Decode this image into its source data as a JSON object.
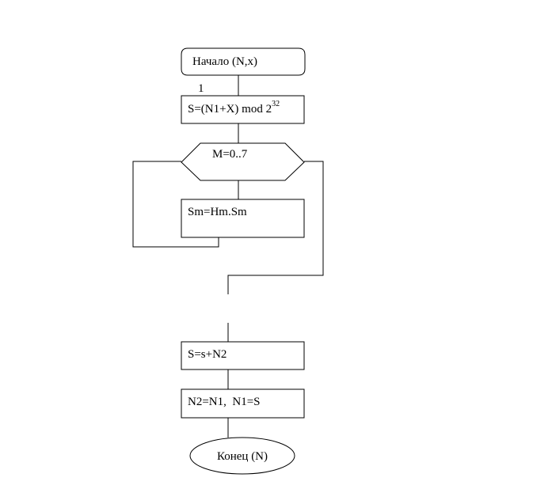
{
  "flowchart": {
    "start_label": "Начало (N,x)",
    "connector_number": "1",
    "block1_text": "S=(N1+X) mod 2",
    "block1_exponent": "32",
    "loop_label": "M=0..7",
    "loop_body_text": "Sm=Hm.Sm",
    "block2_text": "S=s+N2",
    "block3_text": "N2=N1,  N1=S",
    "end_label": "Конец (N)"
  }
}
